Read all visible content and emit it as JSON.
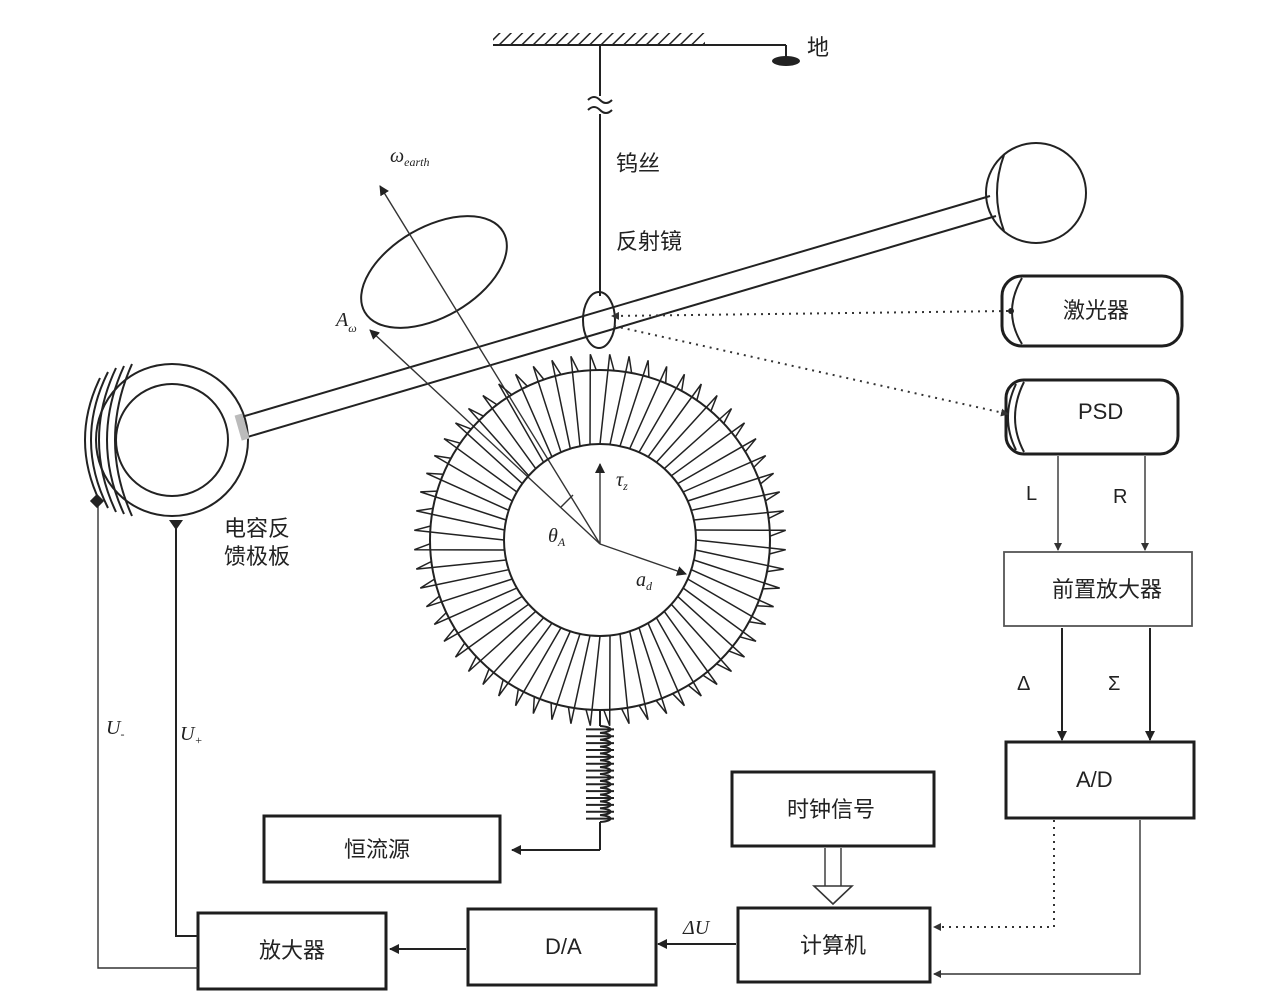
{
  "labels": {
    "ground": "地",
    "tungsten_wire": "钨丝",
    "mirror": "反射镜",
    "laser": "激光器",
    "psd": "PSD",
    "left": "L",
    "right": "R",
    "preamp": "前置放大器",
    "delta": "Δ",
    "sigma": "Σ",
    "ad": "A/D",
    "clock": "时钟信号",
    "computer": "计算机",
    "da": "D/A",
    "amplifier": "放大器",
    "current_source": "恒流源",
    "capacitor_line1": "电容反",
    "capacitor_line2": "馈极板",
    "delta_u": "ΔU",
    "u_minus": "U",
    "u_minus_sub": "-",
    "u_plus": "U",
    "u_plus_sub": "+",
    "omega": "ω",
    "omega_sub": "earth",
    "a_omega": "A",
    "a_omega_sub": "ω",
    "theta": "θ",
    "theta_sub": "A",
    "tau": "τ",
    "tau_sub": "z",
    "a_d": "a",
    "a_d_sub": "d"
  }
}
